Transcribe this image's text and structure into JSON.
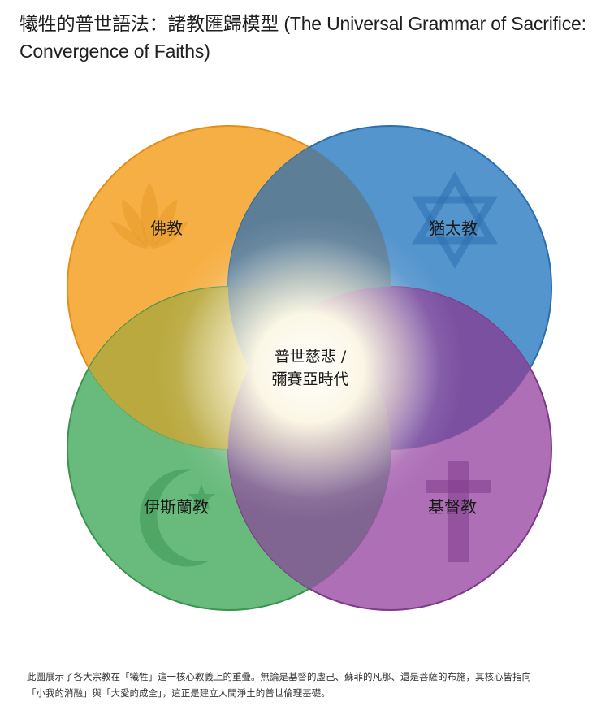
{
  "title": "犧牲的普世語法：諸教匯歸模型 (The Universal Grammar of Sacrifice: Convergence of Faiths)",
  "diagram": {
    "type": "venn-4",
    "center_label_line1": "普世慈悲 /",
    "center_label_line2": "彌賽亞時代",
    "sets": [
      {
        "id": "buddhism",
        "label": "佛教",
        "icon": "lotus-icon",
        "color": "#f6ab3a",
        "position": "top-left"
      },
      {
        "id": "judaism",
        "label": "猶太教",
        "icon": "star-of-david-icon",
        "color": "#3d86c6",
        "position": "top-right"
      },
      {
        "id": "islam",
        "label": "伊斯蘭教",
        "icon": "crescent-icon",
        "color": "#4fae66",
        "position": "bottom-left"
      },
      {
        "id": "christianity",
        "label": "基督教",
        "icon": "cross-icon",
        "color": "#9c4fa6",
        "position": "bottom-right"
      }
    ]
  },
  "caption": {
    "line1": "此圖展示了各大宗教在「犧牲」這一核心教義上的重疊。無論是基督的虛己、蘇菲的凡那、還是菩薩的布施，其核心皆指向",
    "line2": "「小我的消融」與「大愛的成全」，這正是建立人間淨土的普世倫理基礎。"
  }
}
